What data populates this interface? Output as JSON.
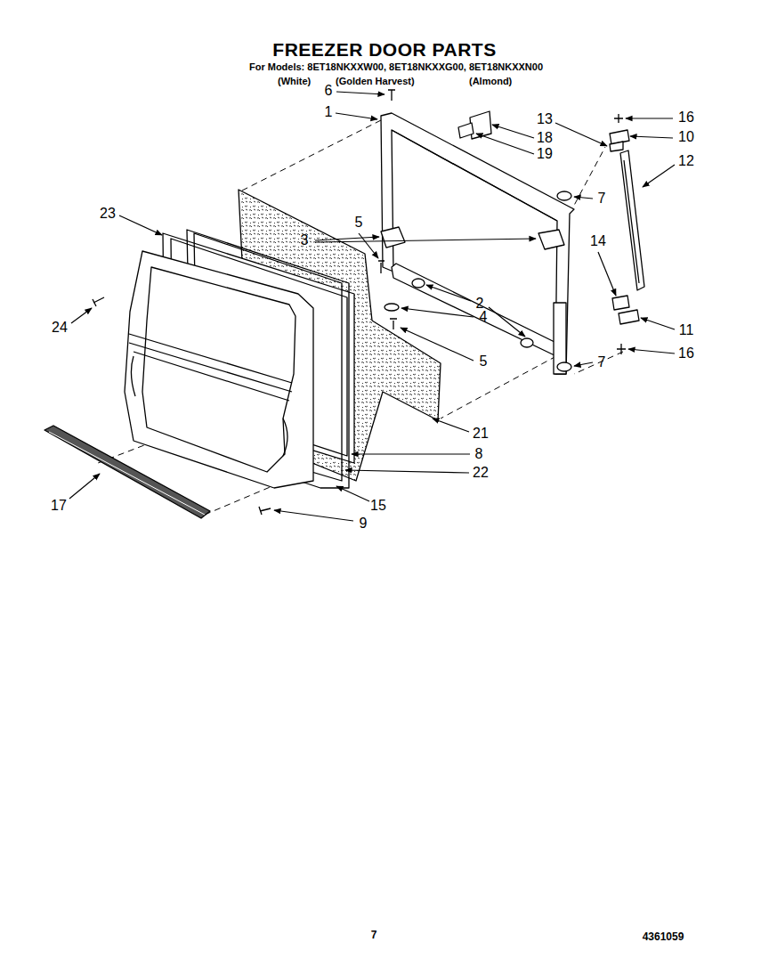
{
  "diagram": {
    "title": "FREEZER DOOR PARTS",
    "labels": [
      "For Models: 8ET18NKXXW00, 8ET18NKXXG00, 8ET18NKXXN00",
      "(White)",
      "(Golden Harvest)",
      "(Almond)",
      "6",
      "1",
      "13",
      "16",
      "18",
      "10",
      "19",
      "12",
      "23",
      "7",
      "5",
      "3",
      "14",
      "2",
      "4",
      "11",
      "24",
      "5",
      "16",
      "7",
      "21",
      "8",
      "22",
      "17",
      "15",
      "9",
      "7",
      "4361059"
    ]
  }
}
